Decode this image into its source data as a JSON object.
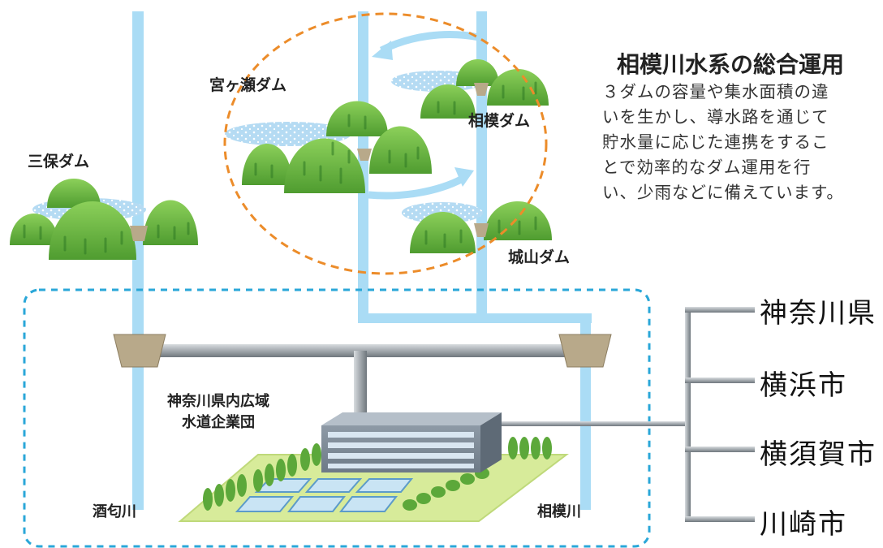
{
  "title": "相模川水系の総合運用",
  "description_lines": [
    "３ダムの容量や集水面積の違",
    "いを生かし、導水路を通じて",
    "貯水量に応じた連携をするこ",
    "とで効率的なダム運用を行",
    "い、少雨などに備えています。"
  ],
  "dams": {
    "miyagase": "宮ヶ瀬ダム",
    "sagami": "相模ダム",
    "shiroyama": "城山ダム",
    "miho": "三保ダム"
  },
  "rivers": {
    "sakawa": "酒匂川",
    "sagami": "相模川"
  },
  "organization": {
    "line1": "神奈川県内広域",
    "line2": "水道企業団"
  },
  "cities": [
    "神奈川県",
    "横浜市",
    "横須賀市",
    "川崎市"
  ],
  "colors": {
    "river": "#aadcf5",
    "pipe": "#9ea5ab",
    "hill": "#6fbe45",
    "orange_dashed": "#ec8c2a",
    "blue_dashed": "#2aa7d8",
    "ground": "#d7eb9a"
  }
}
